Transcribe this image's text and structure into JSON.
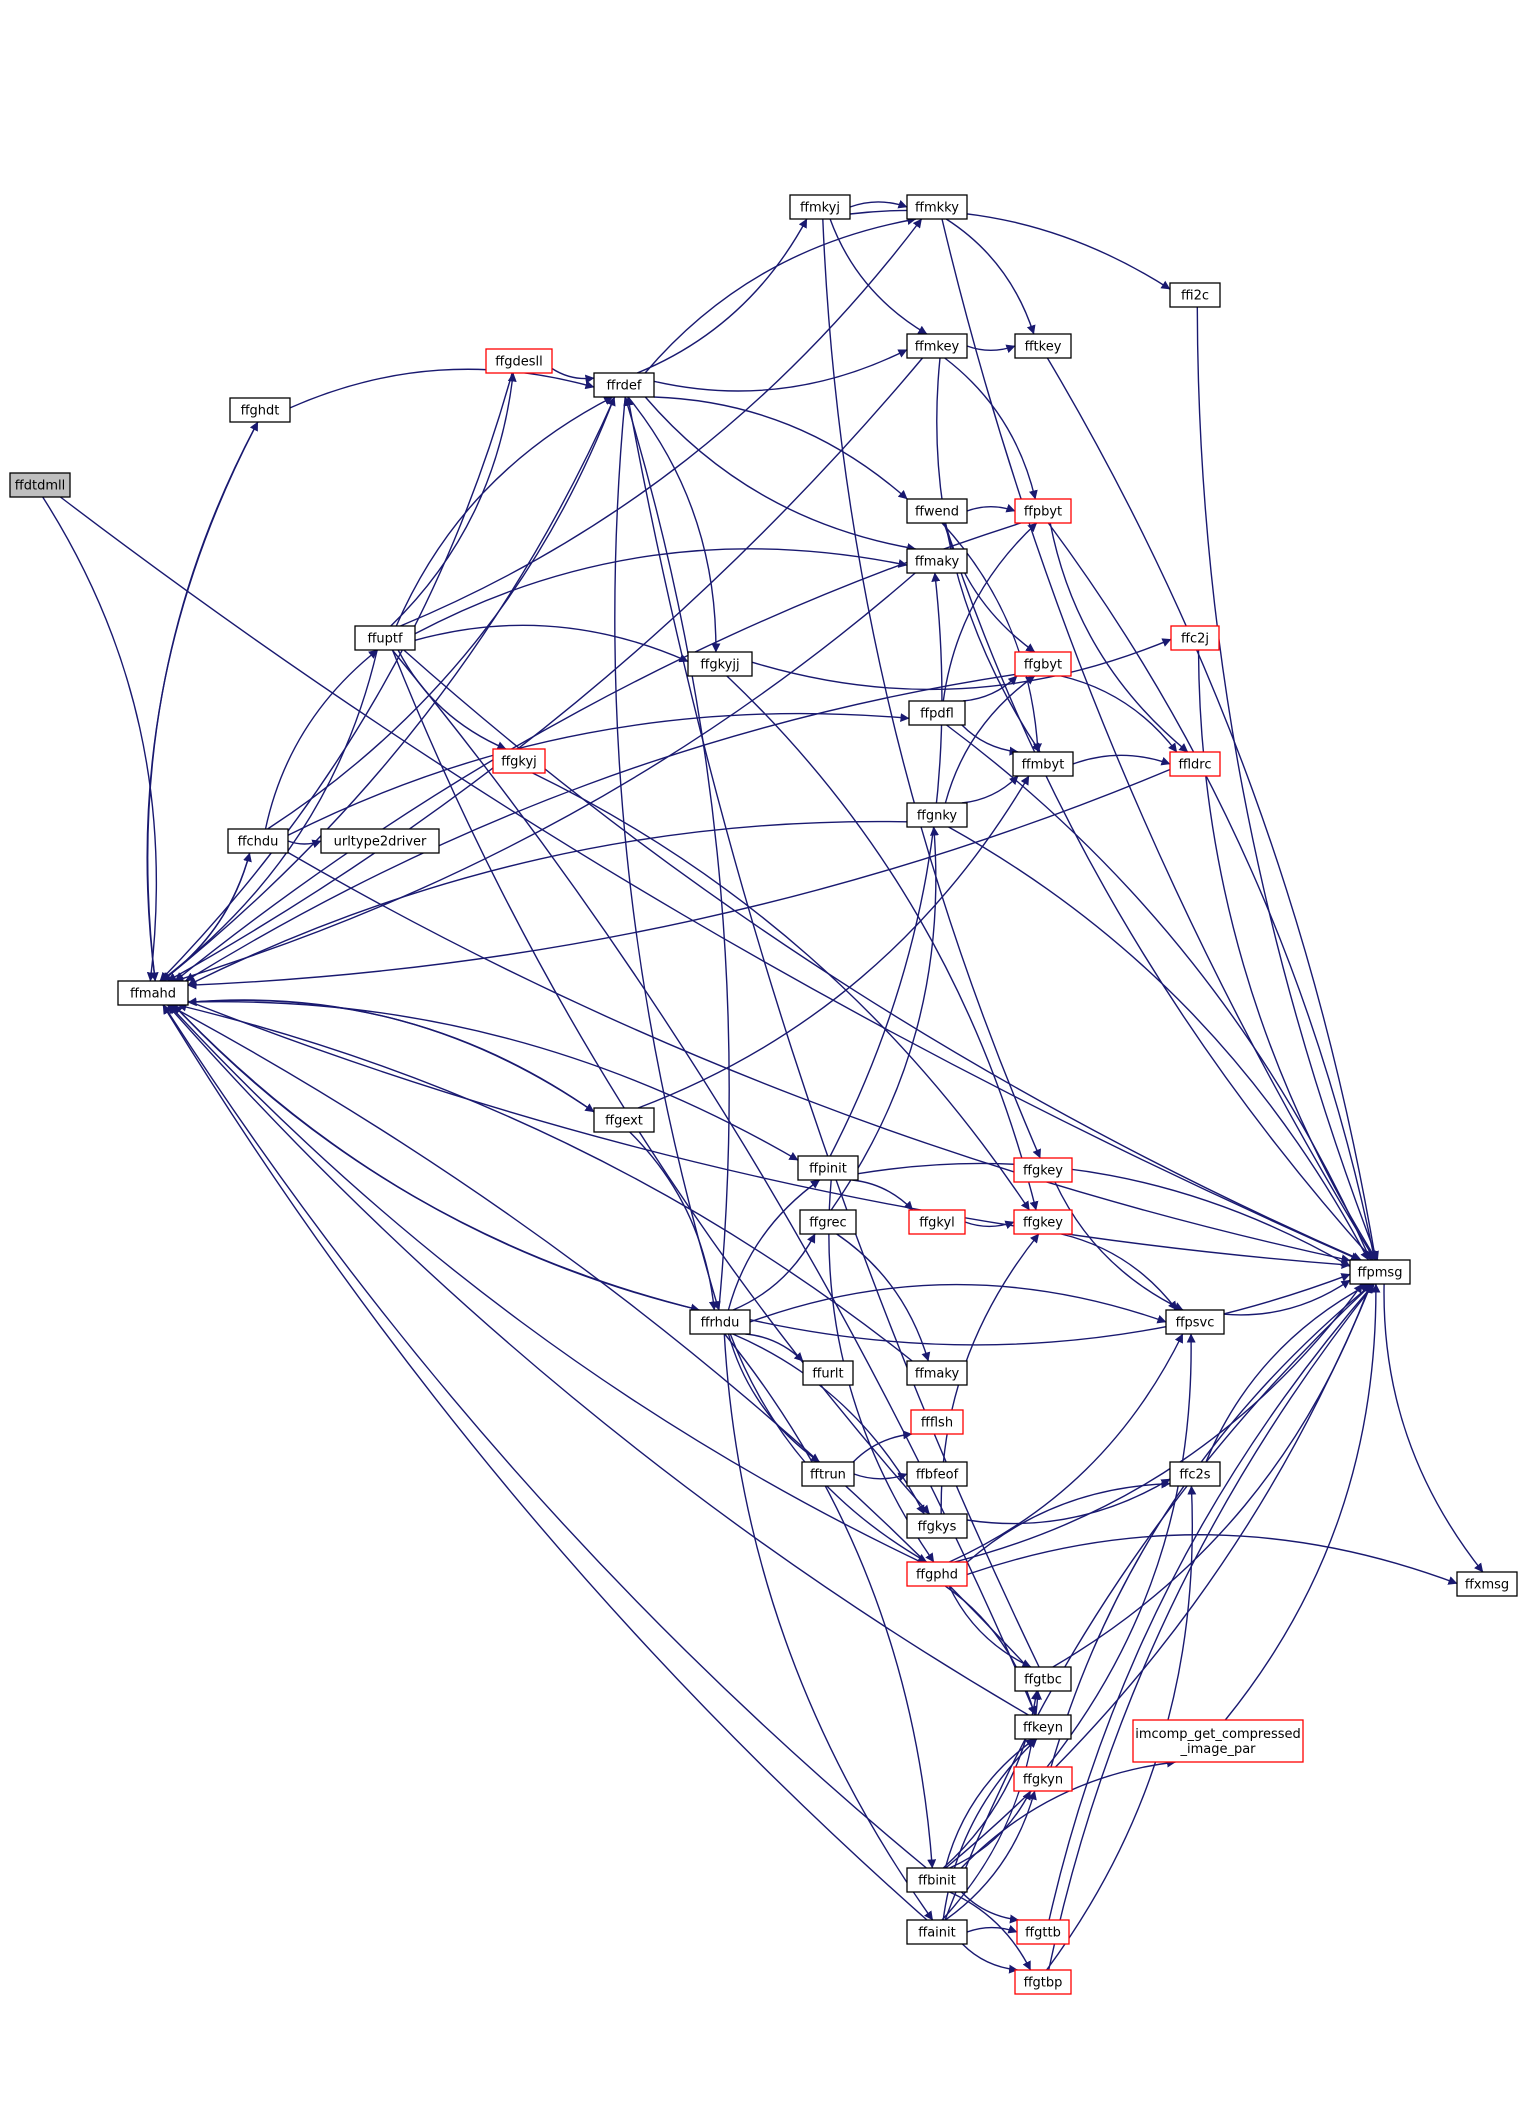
{
  "colors": {
    "edge": "#191970",
    "node_border_normal": "#000000",
    "node_border_truncated": "#ff0000",
    "node_fill_normal": "#ffffff",
    "node_fill_root": "#bfbfbf"
  },
  "nodes": [
    {
      "id": "ffdtdmll",
      "label": "ffdtdmll",
      "kind": "root"
    },
    {
      "id": "ffmahd",
      "label": "ffmahd",
      "kind": "normal"
    },
    {
      "id": "ffghdt",
      "label": "ffghdt",
      "kind": "normal"
    },
    {
      "id": "ffchdu",
      "label": "ffchdu",
      "kind": "normal"
    },
    {
      "id": "urltype2driver",
      "label": "urltype2driver",
      "kind": "normal"
    },
    {
      "id": "ffuptf",
      "label": "ffuptf",
      "kind": "normal"
    },
    {
      "id": "ffgdesll",
      "label": "ffgdesll",
      "kind": "truncated"
    },
    {
      "id": "ffrdef",
      "label": "ffrdef",
      "kind": "normal"
    },
    {
      "id": "ffgkyj",
      "label": "ffgkyj",
      "kind": "truncated"
    },
    {
      "id": "ffgkyjj",
      "label": "ffgkyjj",
      "kind": "normal"
    },
    {
      "id": "ffgext",
      "label": "ffgext",
      "kind": "normal"
    },
    {
      "id": "ffrhdu",
      "label": "ffrhdu",
      "kind": "normal"
    },
    {
      "id": "ffmkyj",
      "label": "ffmkyj",
      "kind": "normal"
    },
    {
      "id": "ffmkky",
      "label": "ffmkky",
      "kind": "normal"
    },
    {
      "id": "ffmkey",
      "label": "ffmkey",
      "kind": "normal"
    },
    {
      "id": "ffwend",
      "label": "ffwend",
      "kind": "normal"
    },
    {
      "id": "ffmaky_top",
      "label": "ffmaky",
      "kind": "normal"
    },
    {
      "id": "ffpdfl",
      "label": "ffpdfl",
      "kind": "normal"
    },
    {
      "id": "ffgnky",
      "label": "ffgnky",
      "kind": "normal"
    },
    {
      "id": "ffpinit",
      "label": "ffpinit",
      "kind": "normal"
    },
    {
      "id": "ffgrec",
      "label": "ffgrec",
      "kind": "normal"
    },
    {
      "id": "ffurlt",
      "label": "ffurlt",
      "kind": "normal"
    },
    {
      "id": "fftrun",
      "label": "fftrun",
      "kind": "normal"
    },
    {
      "id": "ffmaky_bot",
      "label": "ffmaky",
      "kind": "normal"
    },
    {
      "id": "ffflsh",
      "label": "ffflsh",
      "kind": "truncated"
    },
    {
      "id": "ffbfeof",
      "label": "ffbfeof",
      "kind": "normal"
    },
    {
      "id": "ffgkys",
      "label": "ffgkys",
      "kind": "normal"
    },
    {
      "id": "ffgphd",
      "label": "ffgphd",
      "kind": "truncated"
    },
    {
      "id": "ffgkyl",
      "label": "ffgkyl",
      "kind": "truncated"
    },
    {
      "id": "ffbinit",
      "label": "ffbinit",
      "kind": "normal"
    },
    {
      "id": "ffainit",
      "label": "ffainit",
      "kind": "normal"
    },
    {
      "id": "ffi2c",
      "label": "ffi2c",
      "kind": "normal"
    },
    {
      "id": "fftkey",
      "label": "fftkey",
      "kind": "normal"
    },
    {
      "id": "ffpbyt",
      "label": "ffpbyt",
      "kind": "truncated"
    },
    {
      "id": "ffgbyt",
      "label": "ffgbyt",
      "kind": "truncated"
    },
    {
      "id": "ffmbyt",
      "label": "ffmbyt",
      "kind": "normal"
    },
    {
      "id": "ffc2j",
      "label": "ffc2j",
      "kind": "truncated"
    },
    {
      "id": "ffldrc",
      "label": "ffldrc",
      "kind": "truncated"
    },
    {
      "id": "ffgkey_a",
      "label": "ffgkey",
      "kind": "truncated"
    },
    {
      "id": "ffgkey_b",
      "label": "ffgkey",
      "kind": "truncated"
    },
    {
      "id": "ffpsvc",
      "label": "ffpsvc",
      "kind": "normal"
    },
    {
      "id": "ffc2s",
      "label": "ffc2s",
      "kind": "normal"
    },
    {
      "id": "ffgtbc",
      "label": "ffgtbc",
      "kind": "normal"
    },
    {
      "id": "ffkeyn",
      "label": "ffkeyn",
      "kind": "normal"
    },
    {
      "id": "ffgkyn",
      "label": "ffgkyn",
      "kind": "truncated"
    },
    {
      "id": "imcomp",
      "label": "imcomp_get_compressed\n_image_par",
      "kind": "truncated"
    },
    {
      "id": "ffgttb",
      "label": "ffgttb",
      "kind": "truncated"
    },
    {
      "id": "ffgtbp",
      "label": "ffgtbp",
      "kind": "truncated"
    },
    {
      "id": "ffpmsg",
      "label": "ffpmsg",
      "kind": "normal"
    },
    {
      "id": "ffxmsg",
      "label": "ffxmsg",
      "kind": "normal"
    }
  ],
  "edges": [
    [
      "ffdtdmll",
      "ffmahd"
    ],
    [
      "ffdtdmll",
      "ffpmsg"
    ],
    [
      "ffmahd",
      "ffghdt"
    ],
    [
      "ffmahd",
      "ffchdu"
    ],
    [
      "ffmahd",
      "ffgext"
    ],
    [
      "ffmahd",
      "ffrhdu"
    ],
    [
      "ffmahd",
      "ffpinit"
    ],
    [
      "ffmahd",
      "ffpmsg"
    ],
    [
      "ffghdt",
      "ffrdef"
    ],
    [
      "ffghdt",
      "ffmahd"
    ],
    [
      "ffchdu",
      "ffmahd"
    ],
    [
      "ffchdu",
      "urltype2driver"
    ],
    [
      "ffchdu",
      "ffuptf"
    ],
    [
      "ffchdu",
      "ffrdef"
    ],
    [
      "ffchdu",
      "ffpdfl"
    ],
    [
      "ffchdu",
      "ffpmsg"
    ],
    [
      "ffuptf",
      "ffmahd"
    ],
    [
      "ffuptf",
      "ffgdesll"
    ],
    [
      "ffuptf",
      "ffrdef"
    ],
    [
      "ffuptf",
      "ffgkyj"
    ],
    [
      "ffuptf",
      "ffgkyjj"
    ],
    [
      "ffuptf",
      "ffmkky"
    ],
    [
      "ffuptf",
      "ffmaky_top"
    ],
    [
      "ffuptf",
      "ffgkys"
    ],
    [
      "ffuptf",
      "ffkeyn"
    ],
    [
      "ffuptf",
      "ffpmsg"
    ],
    [
      "ffgdesll",
      "ffmahd"
    ],
    [
      "ffgdesll",
      "ffrdef"
    ],
    [
      "ffrdef",
      "ffmahd"
    ],
    [
      "ffrdef",
      "ffmkyj"
    ],
    [
      "ffrdef",
      "ffmkky"
    ],
    [
      "ffrdef",
      "ffmkey"
    ],
    [
      "ffrdef",
      "ffwend"
    ],
    [
      "ffrdef",
      "ffmaky_top"
    ],
    [
      "ffrdef",
      "ffgkyjj"
    ],
    [
      "ffrdef",
      "ffrhdu"
    ],
    [
      "ffgkyj",
      "ffgkey_b"
    ],
    [
      "ffgkyjj",
      "ffc2j"
    ],
    [
      "ffgkyjj",
      "ffgkey_b"
    ],
    [
      "ffgext",
      "ffmahd"
    ],
    [
      "ffgext",
      "ffrhdu"
    ],
    [
      "ffgext",
      "ffmbyt"
    ],
    [
      "ffrhdu",
      "ffmahd"
    ],
    [
      "ffrhdu",
      "ffrdef"
    ],
    [
      "ffrhdu",
      "ffpinit"
    ],
    [
      "ffrhdu",
      "ffgrec"
    ],
    [
      "ffrhdu",
      "ffurlt"
    ],
    [
      "ffrhdu",
      "fftrun"
    ],
    [
      "ffrhdu",
      "ffgkys"
    ],
    [
      "ffrhdu",
      "ffgphd"
    ],
    [
      "ffrhdu",
      "ffbinit"
    ],
    [
      "ffrhdu",
      "ffainit"
    ],
    [
      "ffrhdu",
      "ffpsvc"
    ],
    [
      "ffrhdu",
      "ffpmsg"
    ],
    [
      "ffmkyj",
      "ffmkky"
    ],
    [
      "ffmkyj",
      "ffmkey"
    ],
    [
      "ffmkyj",
      "ffi2c"
    ],
    [
      "ffmkyj",
      "ffgkey_a"
    ],
    [
      "ffmkky",
      "fftkey"
    ],
    [
      "ffmkky",
      "ffpmsg"
    ],
    [
      "ffmkey",
      "ffmahd"
    ],
    [
      "ffmkey",
      "fftkey"
    ],
    [
      "ffmkey",
      "ffpbyt"
    ],
    [
      "ffmkey",
      "ffmbyt"
    ],
    [
      "ffwend",
      "ffpbyt"
    ],
    [
      "ffwend",
      "ffgbyt"
    ],
    [
      "ffwend",
      "ffmbyt"
    ],
    [
      "ffwend",
      "ffpmsg"
    ],
    [
      "ffmaky_top",
      "ffmahd"
    ],
    [
      "ffpdfl",
      "ffgbyt"
    ],
    [
      "ffpdfl",
      "ffpbyt"
    ],
    [
      "ffpdfl",
      "ffmbyt"
    ],
    [
      "ffpdfl",
      "ffpmsg"
    ],
    [
      "ffgnky",
      "ffmahd"
    ],
    [
      "ffgnky",
      "ffgbyt"
    ],
    [
      "ffgnky",
      "ffmbyt"
    ],
    [
      "ffgnky",
      "ffpmsg"
    ],
    [
      "ffpinit",
      "ffmaky_top"
    ],
    [
      "ffpinit",
      "ffgkyl"
    ],
    [
      "ffpinit",
      "ffgphd"
    ],
    [
      "ffpinit",
      "ffpmsg"
    ],
    [
      "ffgrec",
      "ffgnky"
    ],
    [
      "ffgrec",
      "ffmaky_bot"
    ],
    [
      "ffmaky_bot",
      "ffmahd"
    ],
    [
      "fftrun",
      "ffflsh"
    ],
    [
      "fftrun",
      "ffbfeof"
    ],
    [
      "ffgkys",
      "ffgkey_b"
    ],
    [
      "ffgkys",
      "ffc2s"
    ],
    [
      "ffgphd",
      "ffmahd"
    ],
    [
      "ffgphd",
      "ffgtbc"
    ],
    [
      "ffgphd",
      "ffkeyn"
    ],
    [
      "ffgphd",
      "ffpsvc"
    ],
    [
      "ffgphd",
      "ffc2s"
    ],
    [
      "ffgphd",
      "ffpmsg"
    ],
    [
      "ffgphd",
      "ffxmsg"
    ],
    [
      "ffgkyl",
      "ffgkey_b"
    ],
    [
      "ffbinit",
      "ffmahd"
    ],
    [
      "ffbinit",
      "ffgtbc"
    ],
    [
      "ffbinit",
      "ffkeyn"
    ],
    [
      "ffbinit",
      "ffgkyn"
    ],
    [
      "ffbinit",
      "imcomp"
    ],
    [
      "ffbinit",
      "ffgttb"
    ],
    [
      "ffbinit",
      "ffgtbp"
    ],
    [
      "ffbinit",
      "ffpmsg"
    ],
    [
      "ffainit",
      "ffmahd"
    ],
    [
      "ffainit",
      "ffgtbc"
    ],
    [
      "ffainit",
      "ffkeyn"
    ],
    [
      "ffainit",
      "ffgkyn"
    ],
    [
      "ffainit",
      "ffgttb"
    ],
    [
      "ffainit",
      "ffgtbp"
    ],
    [
      "ffainit",
      "ffpmsg"
    ],
    [
      "ffi2c",
      "ffpmsg"
    ],
    [
      "fftkey",
      "ffpmsg"
    ],
    [
      "ffpbyt",
      "ffldrc"
    ],
    [
      "ffpbyt",
      "ffpmsg"
    ],
    [
      "ffpbyt",
      "ffmahd"
    ],
    [
      "ffgbyt",
      "ffldrc"
    ],
    [
      "ffgbyt",
      "ffmahd"
    ],
    [
      "ffmbyt",
      "ffldrc"
    ],
    [
      "ffc2j",
      "ffpmsg"
    ],
    [
      "ffldrc",
      "ffmahd"
    ],
    [
      "ffgkey_a",
      "ffpsvc"
    ],
    [
      "ffgkey_b",
      "ffpsvc"
    ],
    [
      "ffpsvc",
      "ffpmsg"
    ],
    [
      "ffc2s",
      "ffpmsg"
    ],
    [
      "ffgtbc",
      "ffmahd"
    ],
    [
      "ffgtbc",
      "ffrdef"
    ],
    [
      "ffgtbc",
      "ffpmsg"
    ],
    [
      "ffkeyn",
      "ffmahd"
    ],
    [
      "ffgkyn",
      "ffpsvc"
    ],
    [
      "ffgkyn",
      "ffpmsg"
    ],
    [
      "imcomp",
      "ffpmsg"
    ],
    [
      "ffgttb",
      "ffpmsg"
    ],
    [
      "ffgtbp",
      "ffc2s"
    ],
    [
      "ffgtbp",
      "ffpmsg"
    ],
    [
      "ffpmsg",
      "ffxmsg"
    ]
  ]
}
